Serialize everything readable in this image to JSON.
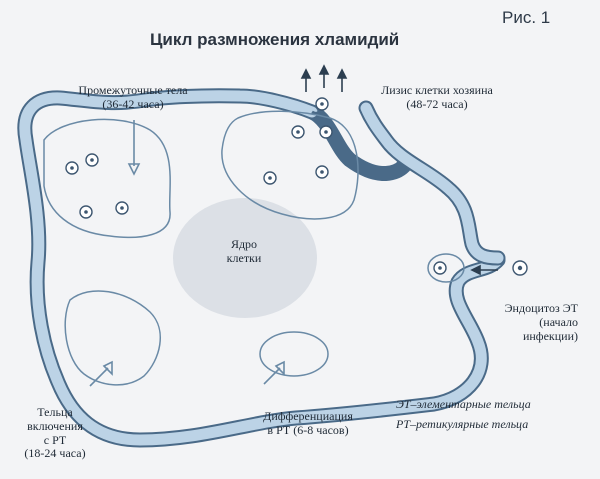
{
  "figure_label": "Рис.  1",
  "title": "Цикл размножения хламидий",
  "labels": {
    "intermediate_l1": "Промежуточные тела",
    "intermediate_l2": "(36-42 часа)",
    "lysis_l1": "Лизис клетки хозяина",
    "lysis_l2": "(48-72 часа)",
    "nucleus_l1": "Ядро",
    "nucleus_l2": "клетки",
    "endocytosis_l1": "Эндоцитоз ЭТ",
    "endocytosis_l2": "(начало",
    "endocytosis_l3": "инфекции)",
    "inclusion_l1": "Тельца",
    "inclusion_l2": "включения",
    "inclusion_l3": "с РТ",
    "inclusion_l4": "(18-24 часа)",
    "diff_l1": "Дифференциация",
    "diff_l2": "в РТ (6-8 часов)"
  },
  "legend": {
    "et": "ЭТ–элементарные тельца",
    "rt": "РТ–ретикулярные тельца"
  },
  "colors": {
    "membrane_fill": "#bcd3e6",
    "membrane_stroke": "#4a6a88",
    "arrow": "#2c3e50",
    "nucleus": "#c4ccd6"
  }
}
